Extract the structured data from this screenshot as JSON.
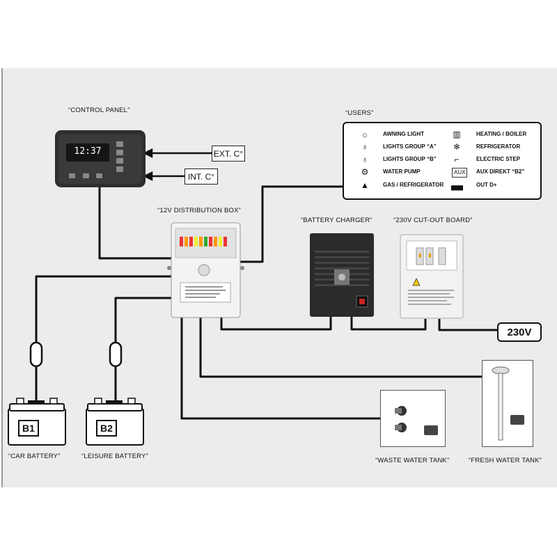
{
  "labels": {
    "control_panel": "“CONTROL PANEL”",
    "users": "“USERS”",
    "distribution_box": "“12V DISTRIBUTION BOX”",
    "battery_charger": "“BATTERY CHARGER”",
    "cutout_board": "“230V CUT-OUT BOARD”",
    "car_battery": "“CAR BATTERY”",
    "leisure_battery": "“LEISURE BATTERY”",
    "waste_water": "“WASTE WATER TANK”",
    "fresh_water": "“FRESH WATER TANK”"
  },
  "sensors": {
    "ext": "EXT. C°",
    "int": "INT. C°"
  },
  "mains": "230V",
  "display": "12:37",
  "batteries": {
    "b1": "B1",
    "b2": "B2"
  },
  "users_left": [
    {
      "label": "AWNING LIGHT",
      "icon": "awning-light-icon"
    },
    {
      "label": "LIGHTS GROUP “A”",
      "icon": "bulb-a-icon"
    },
    {
      "label": "LIGHTS GROUP “B”",
      "icon": "bulb-b-icon"
    },
    {
      "label": "WATER PUMP",
      "icon": "water-pump-icon"
    },
    {
      "label": "GAS / REFRIGERATOR",
      "icon": "gas-flame-icon"
    }
  ],
  "users_right": [
    {
      "label": "HEATING / BOILER",
      "icon": "heater-icon"
    },
    {
      "label": "REFRIGERATOR",
      "icon": "snowflake-icon"
    },
    {
      "label": "ELECTRIC STEP",
      "icon": "step-icon"
    },
    {
      "label": "AUX DIREKT “B2”",
      "icon": "aux-icon"
    },
    {
      "label": "OUT D+",
      "icon": "battery-out-icon"
    }
  ],
  "aux_badge": "AUX",
  "colors": {
    "background": "#ececec",
    "wire": "#111111",
    "device_dark": "#2e2e2e",
    "device_light": "#f2f2f2",
    "display_text": "#ffffff"
  }
}
